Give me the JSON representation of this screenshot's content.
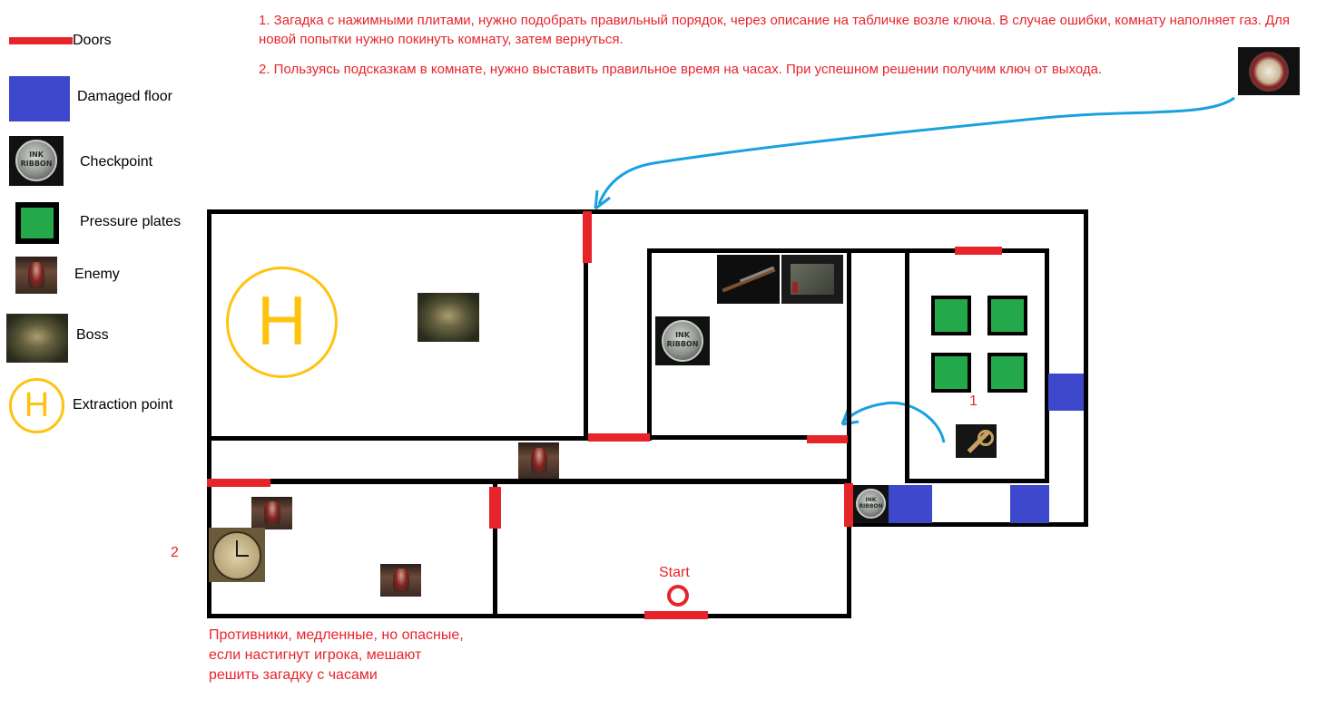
{
  "legend": {
    "doors": "Doors",
    "damaged_floor": "Damaged floor",
    "checkpoint": "Checkpoint",
    "pressure_plates": "Pressure plates",
    "enemy": "Enemy",
    "boss": "Boss",
    "extraction_point": "Extraction point"
  },
  "notes": {
    "note1": "1. Загадка с нажимными плитами, нужно подобрать правильный порядок, через описание на табличке возле ключа. В случае ошибки, комнату наполняет газ. Для новой попытки нужно покинуть комнату, затем вернуться.",
    "note2": "2. Пользуясь подсказкам в комнате, нужно выставить правильное время на часах.  При успешном решении получим ключ от выхода.",
    "bottom": [
      "Противники, медленные, но опасные,",
      "если настигнут игрока, мешают",
      "решить загадку с часами"
    ]
  },
  "map": {
    "start_label": "Start",
    "puzzle1_marker": "1",
    "puzzle2_marker": "2",
    "extraction_symbol": "H"
  },
  "icons": {
    "ink_ribbon_text": [
      "INK",
      "RIBBON"
    ]
  },
  "colors": {
    "door": "#e8242b",
    "damaged_floor": "#3d48cc",
    "pressure_plate": "#23a84a",
    "extraction": "#ffc20e",
    "arrow": "#1aa0e0",
    "notes": "#e8242b"
  }
}
